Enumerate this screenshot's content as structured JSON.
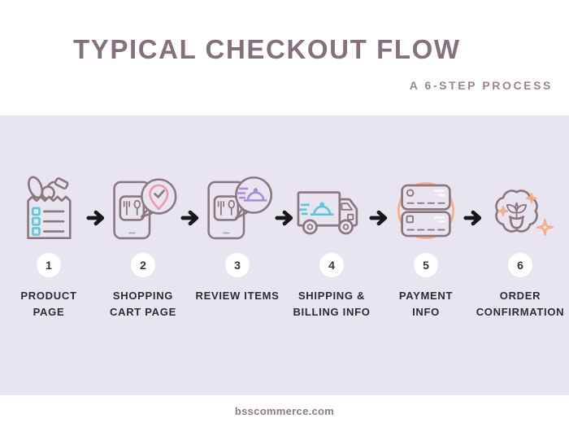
{
  "header": {
    "title": "TYPICAL CHECKOUT FLOW",
    "subtitle": "A 6-STEP PROCESS"
  },
  "steps": [
    {
      "number": "1",
      "label": "PRODUCT\nPAGE",
      "icon": "grocery-bag-checklist-icon"
    },
    {
      "number": "2",
      "label": "SHOPPING\nCART PAGE",
      "icon": "cart-app-location-bubble-icon"
    },
    {
      "number": "3",
      "label": "REVIEW ITEMS",
      "icon": "order-review-food-bubble-icon"
    },
    {
      "number": "4",
      "label": "SHIPPING &\nBILLING INFO",
      "icon": "delivery-truck-icon"
    },
    {
      "number": "5",
      "label": "PAYMENT\nINFO",
      "icon": "credit-cards-icon"
    },
    {
      "number": "6",
      "label": "ORDER\nCONFIRMATION",
      "icon": "order-bloom-sparkles-icon"
    }
  ],
  "footer": {
    "website": "bsscommerce.com"
  },
  "colors": {
    "lavender": "#e8e5f1",
    "taupe": "#8c777e",
    "cyan": "#5fc6d9",
    "pink": "#f394b3",
    "purple": "#a78dd6",
    "orange": "#f3b088",
    "arrow": "#1a171b",
    "title": "#86707d",
    "subtitle": "#9b8391",
    "label": "#2e2a30",
    "number": "#38323e",
    "footer": "#8e7a85"
  }
}
